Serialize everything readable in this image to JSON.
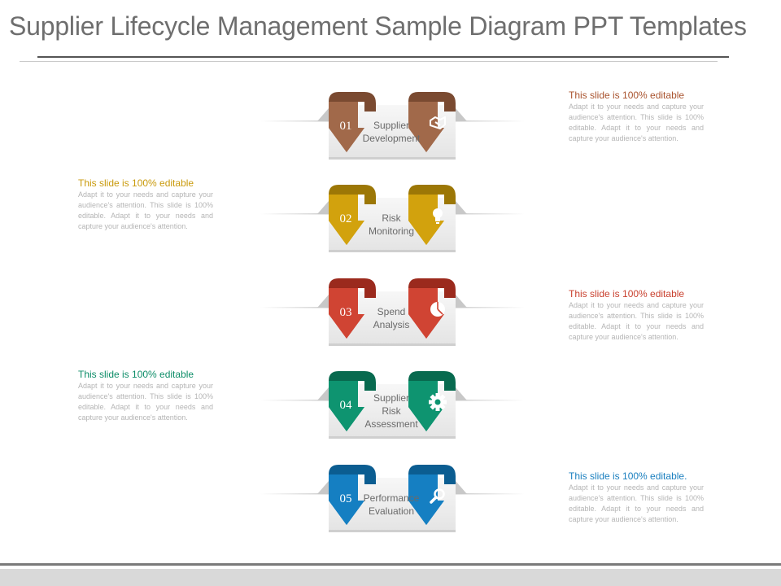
{
  "title": "Supplier Lifecycle Management Sample Diagram PPT Templates",
  "steps": [
    {
      "number": "01",
      "label": "Supplier\nDevelopment",
      "color": "#a1694a",
      "dark": "#7a4a31",
      "icon": "handshake-icon"
    },
    {
      "number": "02",
      "label": "Risk\nMonitoring",
      "color": "#d2a20d",
      "dark": "#9c7706",
      "icon": "lightbulb-icon"
    },
    {
      "number": "03",
      "label": "Spend\nAnalysis",
      "color": "#d04433",
      "dark": "#9b2a1d",
      "icon": "pie-chart-icon"
    },
    {
      "number": "04",
      "label": "Supplier\nRisk\nAssessment",
      "color": "#0e9470",
      "dark": "#086a4f",
      "icon": "gear-icon"
    },
    {
      "number": "05",
      "label": "Performance\nEvaluation",
      "color": "#157fc2",
      "dark": "#0b5d91",
      "icon": "magnifier-icon"
    }
  ],
  "text_blocks": [
    {
      "heading": "This slide is 100% editable",
      "body": "Adapt it to your needs and capture your audience's attention. This slide is 100% editable. Adapt it to your needs and capture your audience's attention.",
      "color": "#a9532e"
    },
    {
      "heading": "This slide is 100% editable",
      "body": "Adapt it to your needs and capture your audience's attention. This slide is 100% editable. Adapt it to your needs and capture your audience's attention.",
      "color": "#c99a0c"
    },
    {
      "heading": "This slide is 100% editable",
      "body": "Adapt it to your needs and capture your audience's attention. This slide is 100% editable. Adapt it to your needs and capture your audience's attention.",
      "color": "#c9412f"
    },
    {
      "heading": "This slide is 100% editable",
      "body": "Adapt it to your needs and capture your audience's attention. This slide is 100% editable. Adapt it to your needs and capture your audience's attention.",
      "color": "#0d8d68"
    },
    {
      "heading": "This slide is 100% editable.",
      "body": "Adapt it to your needs and capture your audience's attention. This slide is 100% editable. Adapt it to your needs and capture your audience's attention.",
      "color": "#1a7fbf"
    }
  ]
}
